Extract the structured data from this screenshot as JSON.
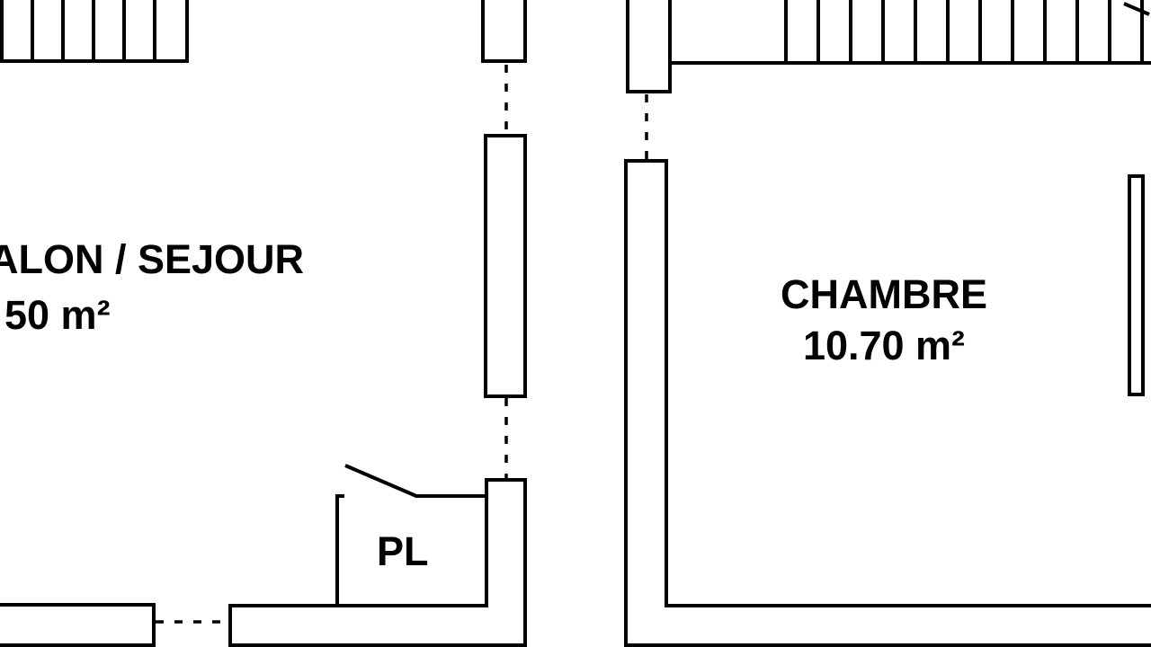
{
  "rooms": {
    "salon": {
      "name": "ALON / SEJOUR",
      "area": "50 m²"
    },
    "chambre": {
      "name": "CHAMBRE",
      "area": "10.70 m²"
    },
    "placard": {
      "name": "PL"
    }
  }
}
